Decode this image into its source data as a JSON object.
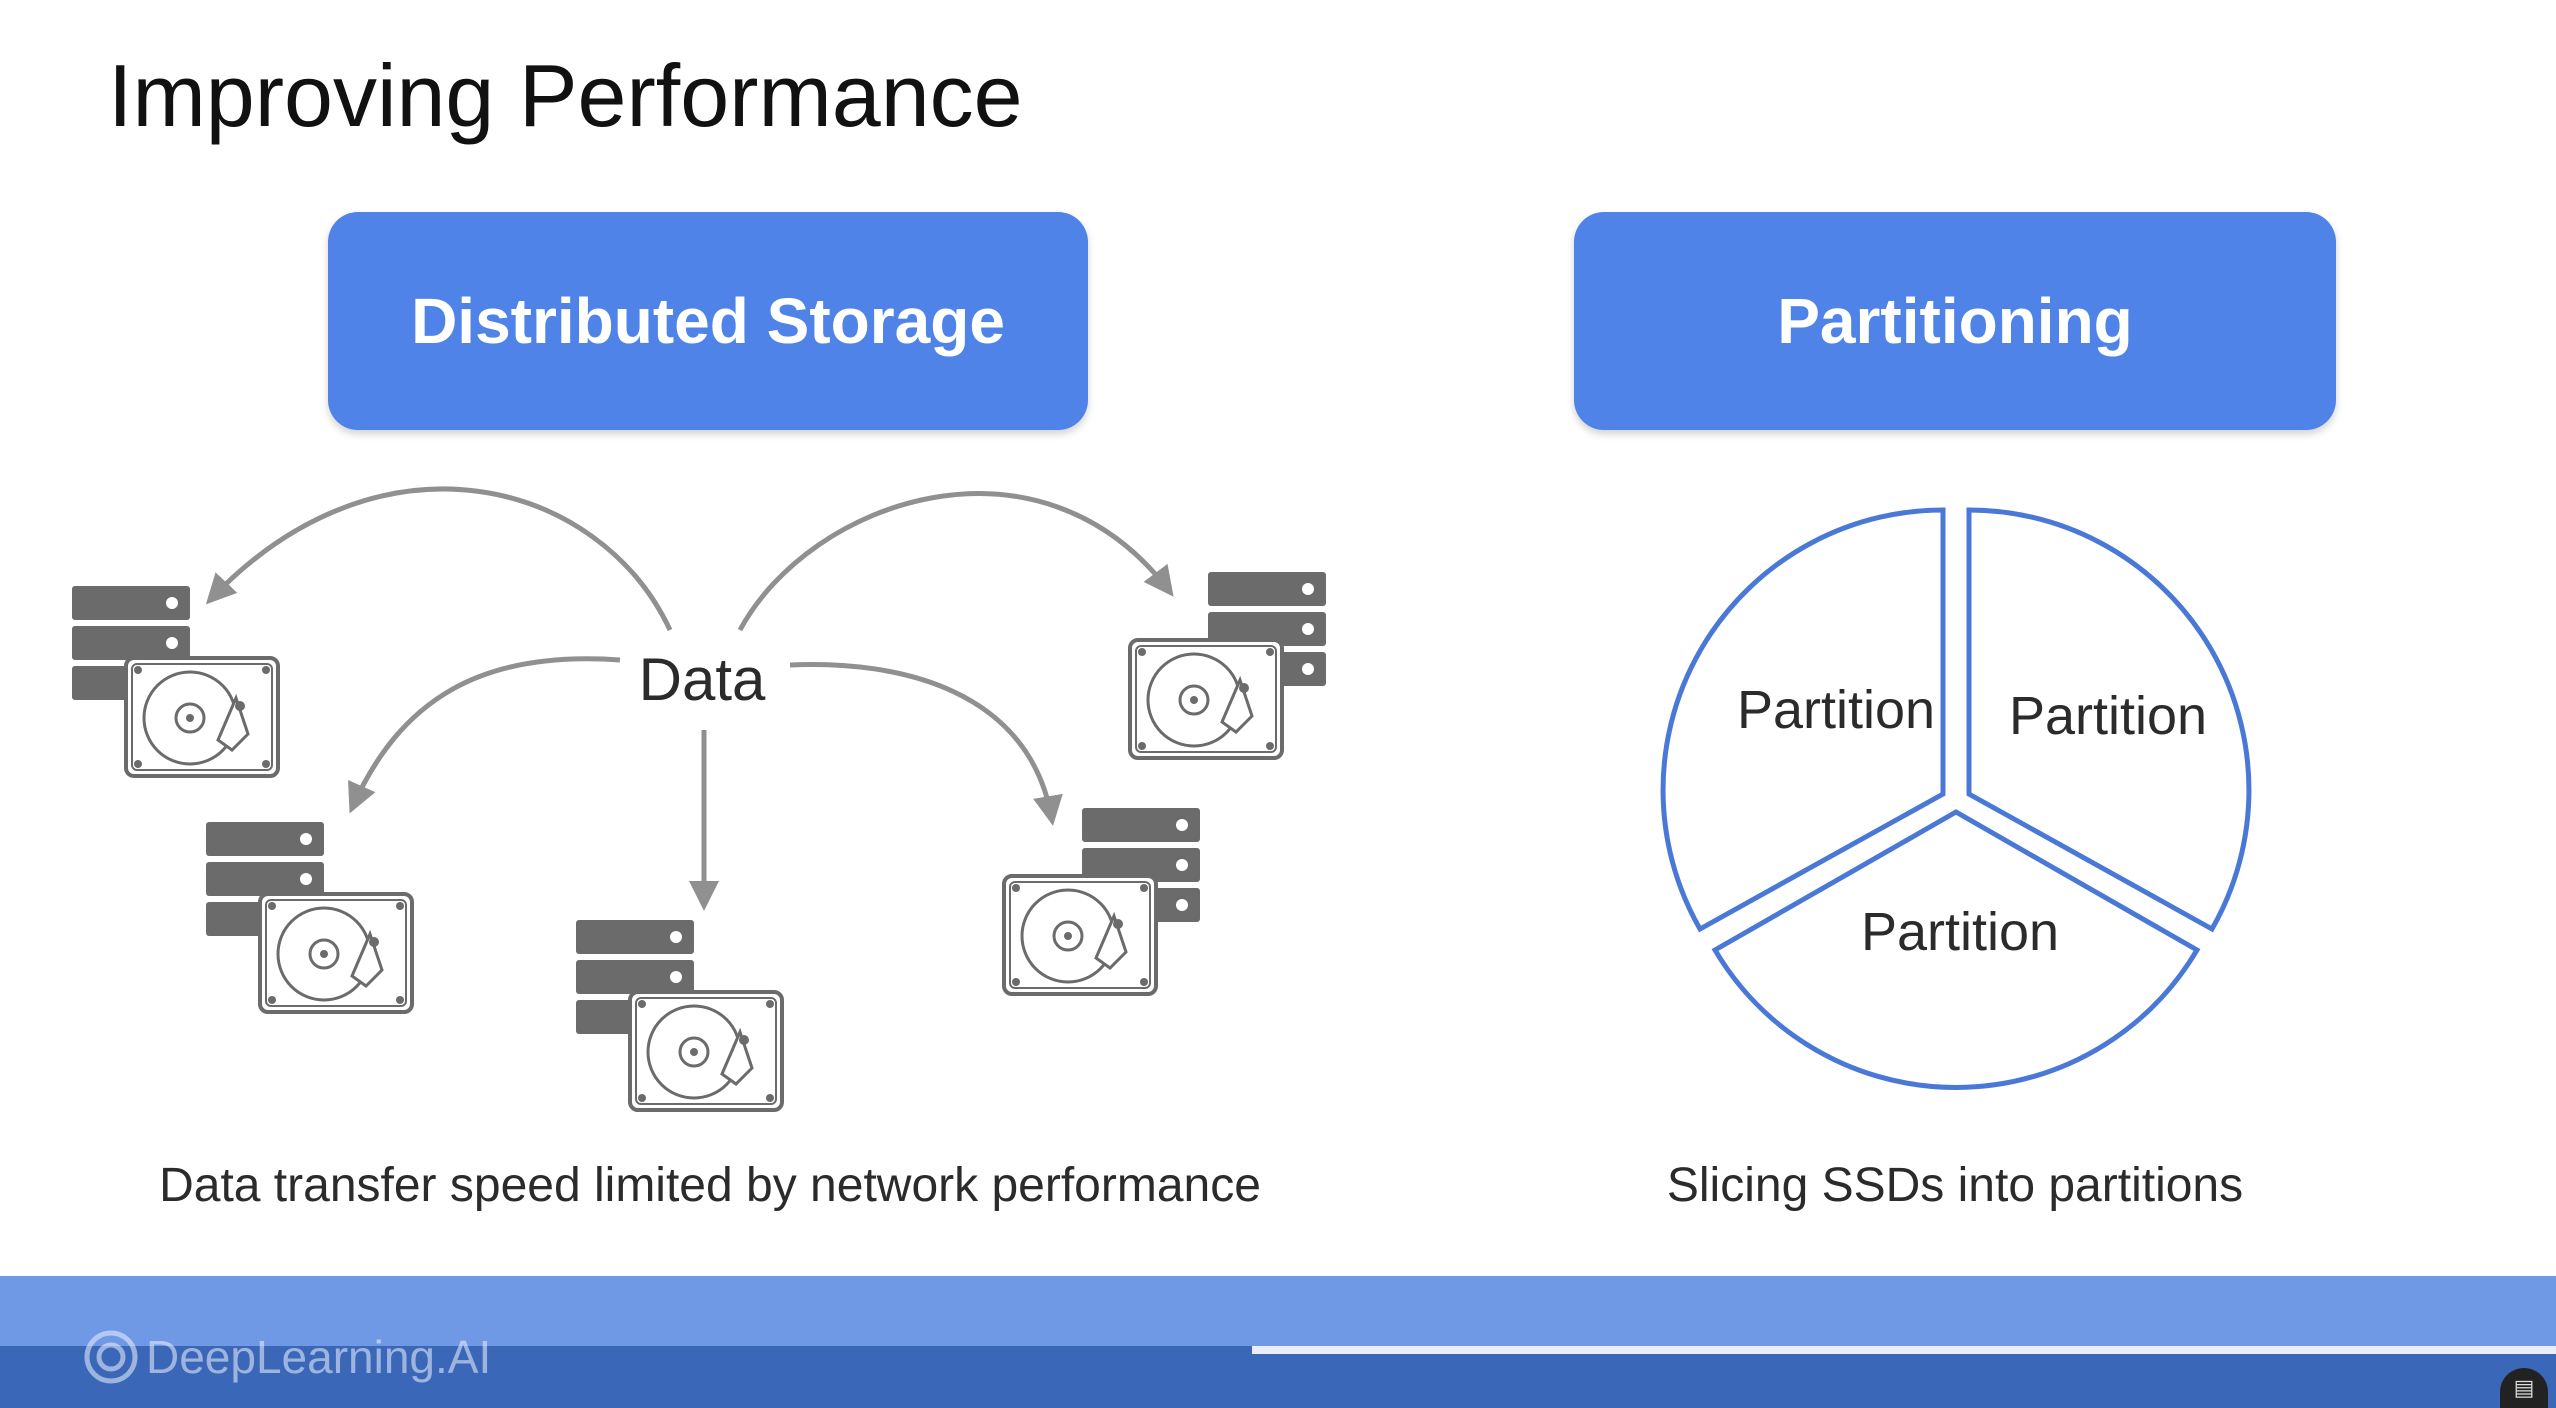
{
  "slide": {
    "title": "Improving Performance"
  },
  "left_panel": {
    "heading": "Distributed Storage",
    "center_label": "Data",
    "caption": "Data transfer speed limited by network performance"
  },
  "right_panel": {
    "heading": "Partitioning",
    "partitions": [
      "Partition",
      "Partition",
      "Partition"
    ],
    "caption": "Slicing SSDs into partitions"
  },
  "footer": {
    "logo_text": "DeepLearning.AI",
    "progress": 0.49
  },
  "colors": {
    "accent": "#4f83e8",
    "outline": "#4a78d6",
    "arrow": "#909090",
    "server": "#6b6b6b"
  },
  "icons": [
    "server-rack-icon",
    "hard-drive-icon",
    "caption-icon"
  ]
}
